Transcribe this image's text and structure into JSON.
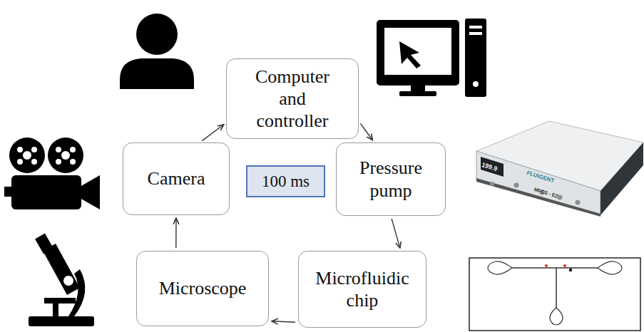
{
  "diagram": {
    "nodes": [
      {
        "text": [
          "Computer and controller"
        ]
      },
      {
        "text": [
          "Camera"
        ]
      },
      {
        "text": [
          "100 ms"
        ]
      },
      {
        "text": [
          "Pressure pump"
        ]
      },
      {
        "text": [
          "Microscope"
        ]
      },
      {
        "text": [
          "Microfluidic chip"
        ]
      }
    ],
    "edges": [
      {
        "from": 1,
        "to": 0,
        "arrow": "to"
      },
      {
        "from": 0,
        "to": 3,
        "arrow": "to"
      },
      {
        "from": 3,
        "to": 5,
        "arrow": "to"
      },
      {
        "from": 5,
        "to": 4,
        "arrow": "to"
      },
      {
        "from": 4,
        "to": 1,
        "arrow": "to"
      }
    ],
    "labels": [
      "199.9",
      "FLUIGENT",
      "MFCS - EZ"
    ]
  }
}
